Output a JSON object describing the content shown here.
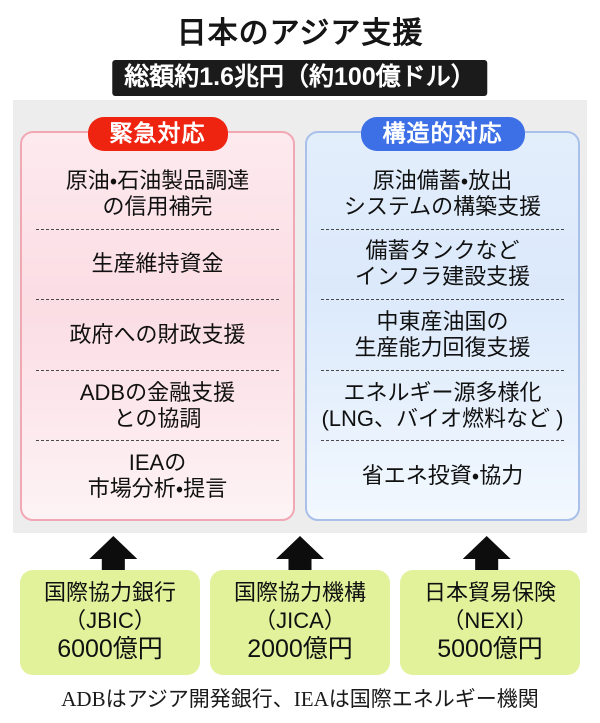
{
  "header": {
    "title": "日本のアジア支援",
    "subtitle_banner": "総額約1.6兆円（約100億ドル）"
  },
  "panels": [
    {
      "badge": "緊急対応",
      "accent_color": "#ef2410",
      "items": [
        "原油・石油製品調達\nの信用補完",
        "生産維持資金",
        "政府への財政支援",
        "ADBの金融支援\nとの協調",
        "IEAの\n市場分析・提言"
      ]
    },
    {
      "badge": "構造的対応",
      "accent_color": "#3d6fe6",
      "items": [
        "原油備蓄・放出\nシステムの構築支援",
        "備蓄タンクなど\nインフラ建設支援",
        "中東産油国の\n生産能力回復支援",
        "エネルギー源多様化\n(LNG、バイオ燃料など )",
        "省エネ投資・協力"
      ]
    }
  ],
  "agencies": [
    {
      "name": "国際協力銀行",
      "abbr": "（JBIC）",
      "amount": "6000億円"
    },
    {
      "name": "国際協力機構",
      "abbr": "（JICA）",
      "amount": "2000億円"
    },
    {
      "name": "日本貿易保険",
      "abbr": "（NEXI）",
      "amount": "5000億円"
    }
  ],
  "footnote": "ADBはアジア開発銀行、IEAは国際エネルギー機関"
}
